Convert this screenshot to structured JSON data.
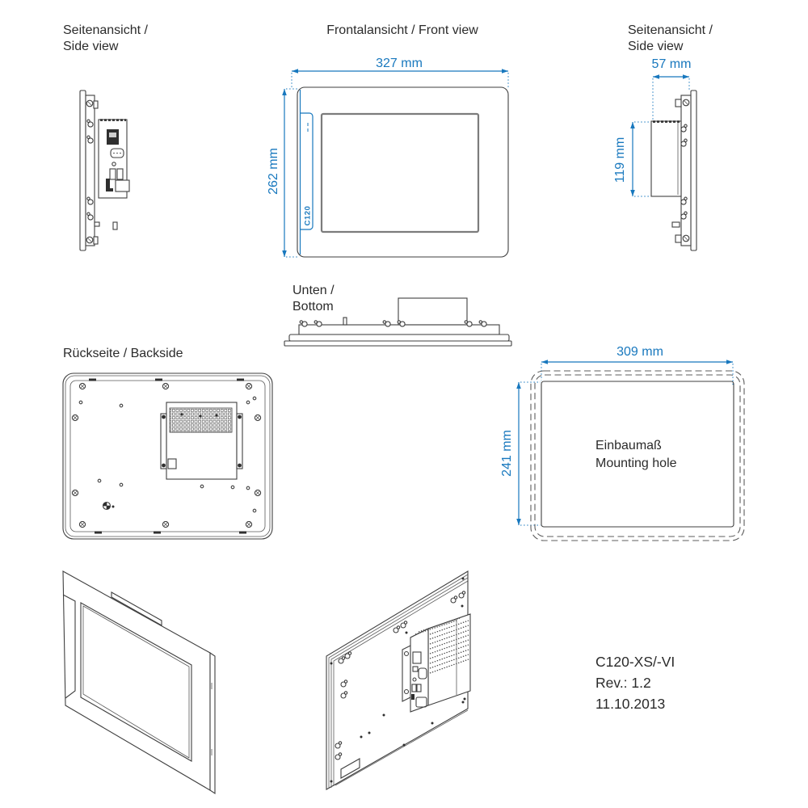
{
  "page": {
    "background": "#ffffff"
  },
  "colors": {
    "dimension_blue": "#1878be",
    "line_color": "#3f3f3f",
    "screen_border_gray": "#7c7c7c"
  },
  "labels": {
    "side_view_left": {
      "line1": "Seitenansicht /",
      "line2": "Side view"
    },
    "front_view": "Frontalansicht / Front view",
    "side_view_right": {
      "line1": "Seitenansicht /",
      "line2": "Side view"
    },
    "bottom_view": {
      "line1": "Unten /",
      "line2": "Bottom"
    },
    "backside_view": "Rückseite / Backside",
    "mounting_hole": {
      "line1": "Einbaumaß",
      "line2": "Mounting hole"
    }
  },
  "dimensions": {
    "front_width": "327 mm",
    "front_height": "262 mm",
    "side_depth": "57 mm",
    "side_box_height": "119 mm",
    "mounting_width": "309 mm",
    "mounting_height": "241 mm"
  },
  "badges": {
    "bezel_model": "C120"
  },
  "title_block": {
    "model": "C120-XS/-VI",
    "revision": "Rev.: 1.2",
    "date": "11.10.2013"
  }
}
